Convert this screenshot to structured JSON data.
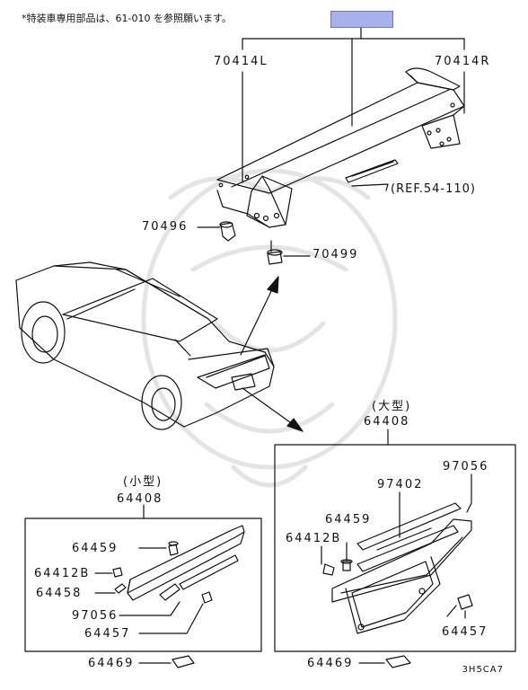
{
  "note": "*特装車専用部品は、61-010 を参照願います。",
  "drawing_code": "3H5CA7",
  "parts": {
    "spoiler_left": "70414L",
    "spoiler_right": "70414R",
    "reference": "(REF.54-110)",
    "grommet": "70496",
    "screw": "70499",
    "garnish_large_heading": "(大型)",
    "garnish_large_number": "64408",
    "garnish_small_heading": "(小型)",
    "garnish_small_number": "64408",
    "large_clip_a": "64459",
    "large_clip_b": "64412B",
    "large_emblem_upper": "97056",
    "large_emblem_lower": "97402",
    "large_bolt": "64457",
    "small_clip_a": "64459",
    "small_clip_b": "64412B",
    "small_clip_c": "64458",
    "small_emblem": "97056",
    "small_bolt": "64457",
    "pad_left": "64469",
    "pad_right": "64469"
  },
  "colors": {
    "highlight": "#a7b2ea",
    "line": "#111111",
    "watermark": "#e4e4e4"
  }
}
